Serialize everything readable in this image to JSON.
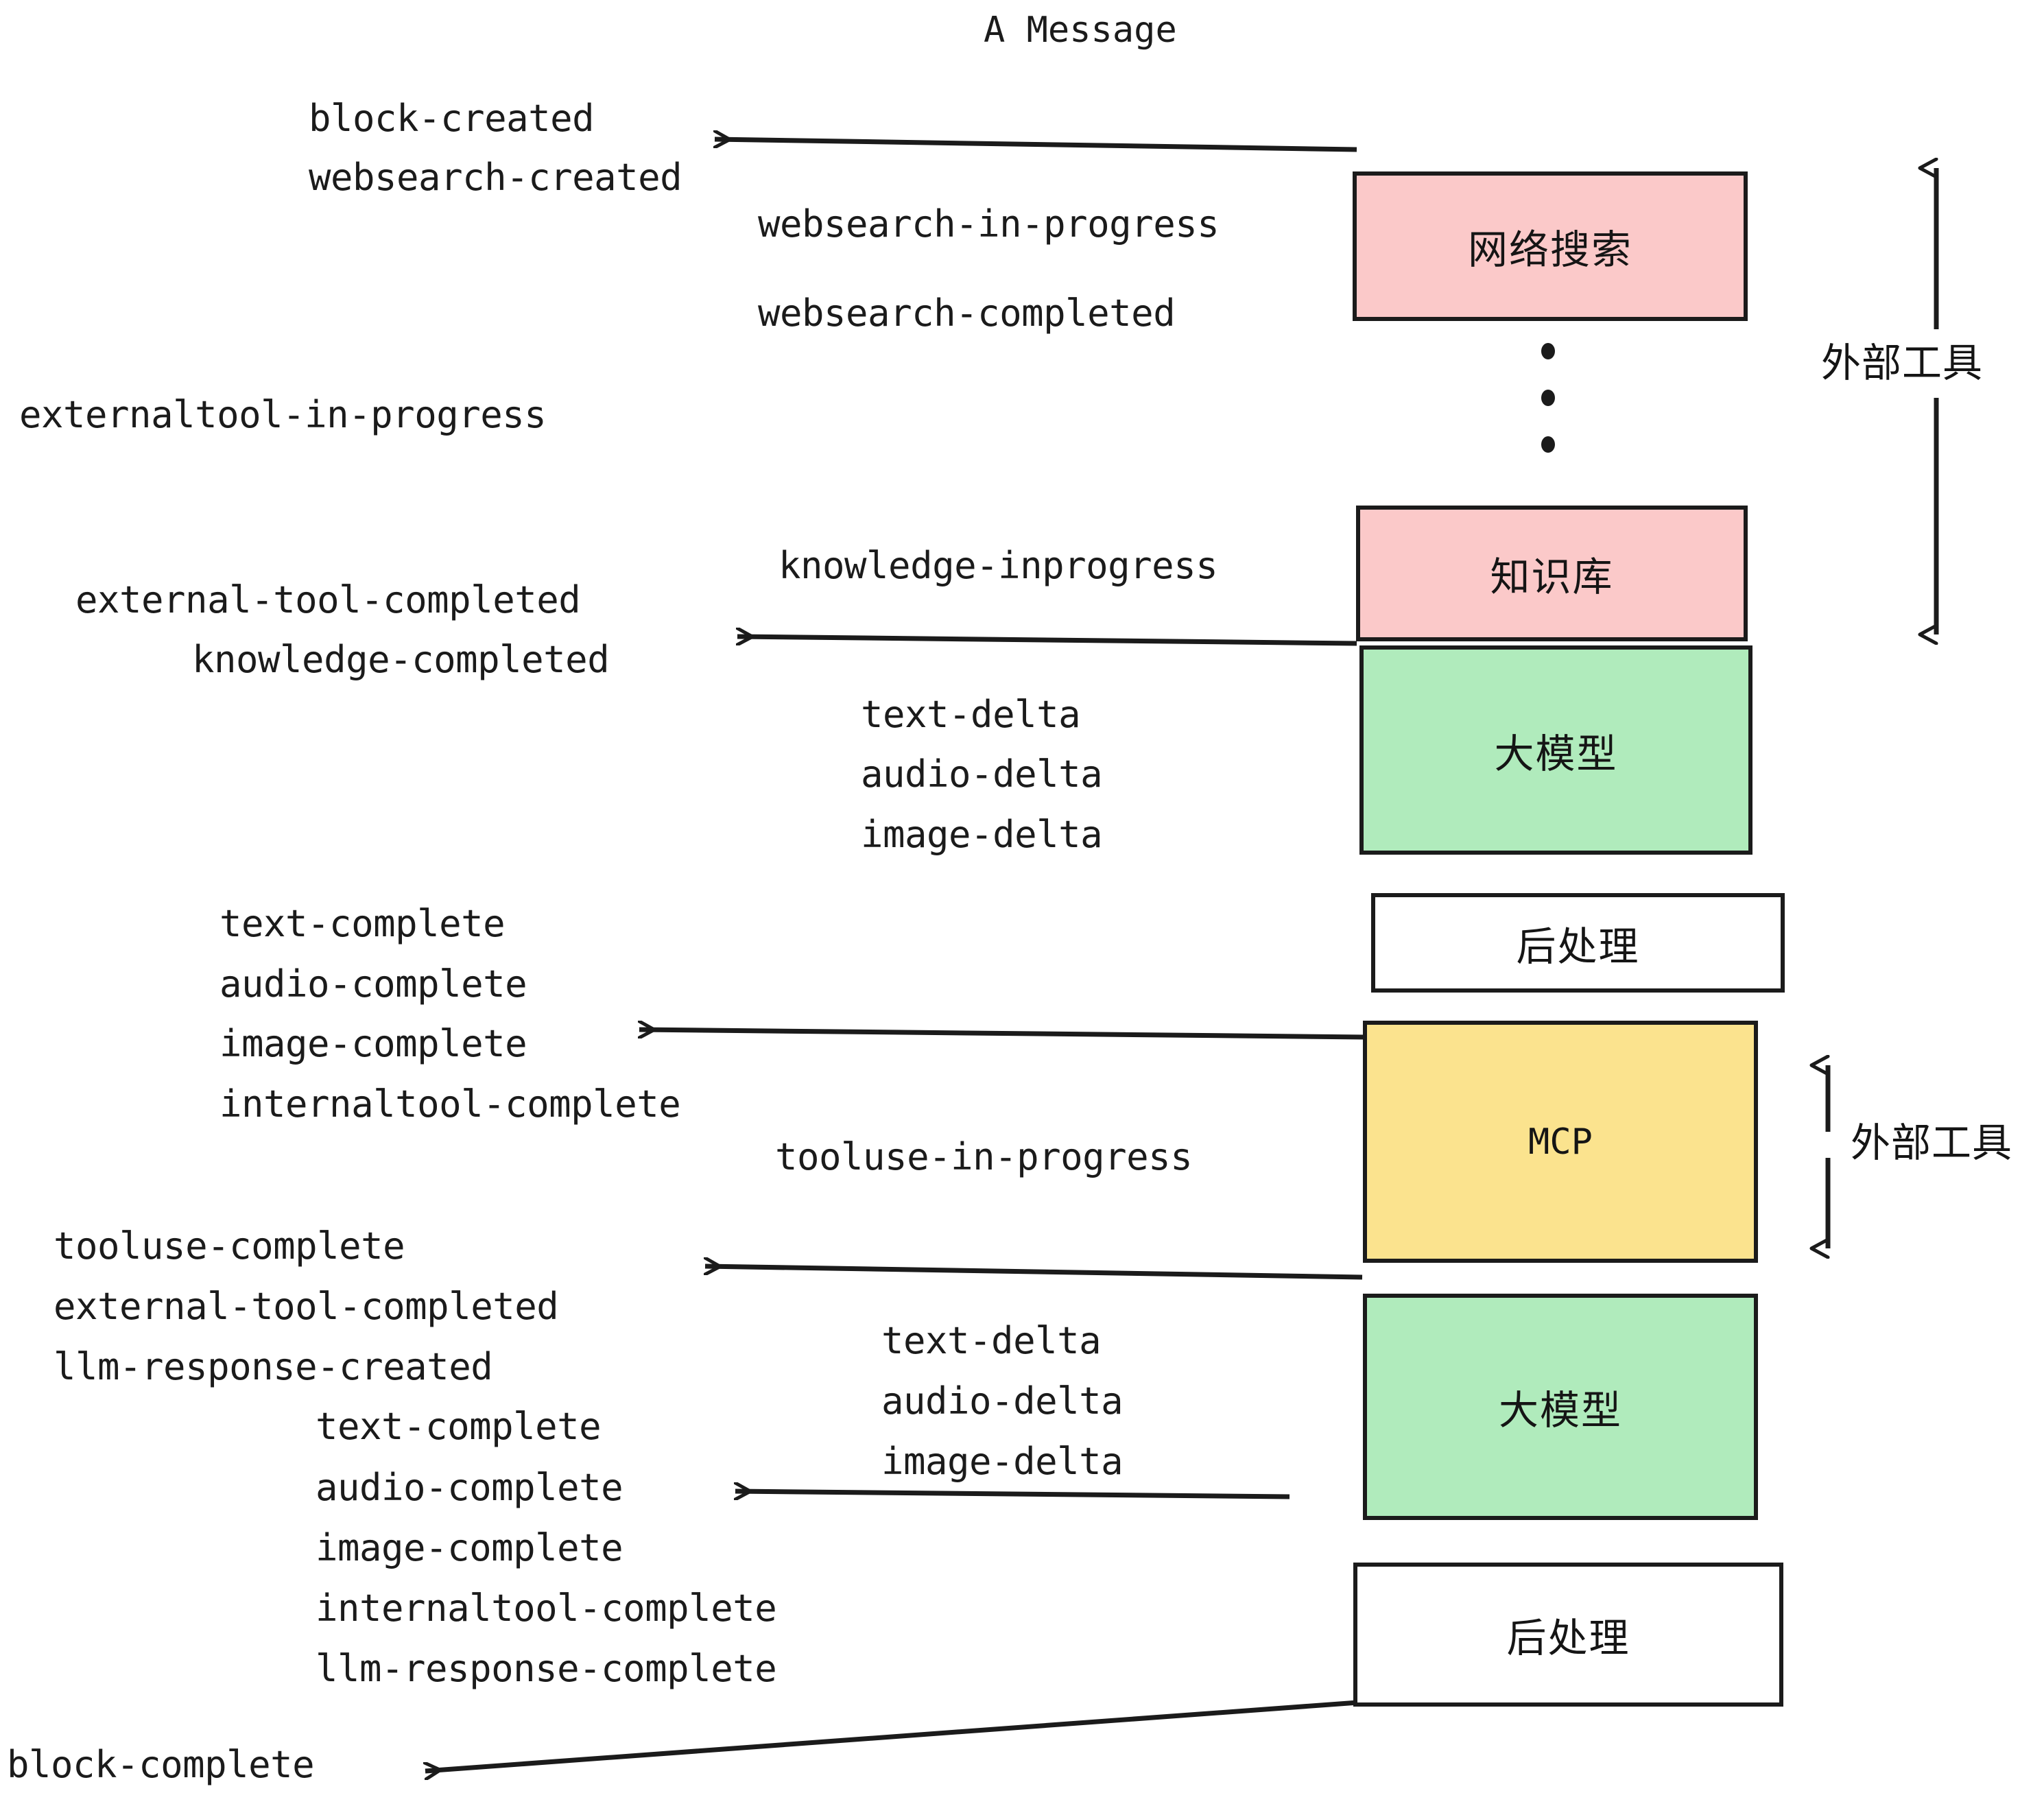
{
  "diagram": {
    "title": "A Message",
    "colors": {
      "pink": "#fbc9c9",
      "green": "#b0ebbc",
      "yellow": "#fbe38e",
      "white": "#ffffff",
      "stroke": "#1b1b1b",
      "background": "#ffffff"
    },
    "nodes": [
      {
        "id": "websearch",
        "label": "网络搜索",
        "fill": "pink"
      },
      {
        "id": "knowledge",
        "label": "知识库",
        "fill": "pink"
      },
      {
        "id": "llm1",
        "label": "大模型",
        "fill": "green"
      },
      {
        "id": "post1",
        "label": "后处理",
        "fill": "white"
      },
      {
        "id": "mcp",
        "label": "MCP",
        "fill": "yellow"
      },
      {
        "id": "llm2",
        "label": "大模型",
        "fill": "green"
      },
      {
        "id": "post2",
        "label": "后处理",
        "fill": "white"
      }
    ],
    "side_labels": [
      {
        "id": "external-tool-top",
        "label": "外部工具"
      },
      {
        "id": "external-tool-bottom",
        "label": "外部工具"
      }
    ],
    "events": [
      {
        "id": "block-created",
        "text": "block-created"
      },
      {
        "id": "websearch-created",
        "text": "websearch-created"
      },
      {
        "id": "websearch-in-progress",
        "text": "websearch-in-progress"
      },
      {
        "id": "websearch-completed",
        "text": "websearch-completed"
      },
      {
        "id": "externaltool-in-progress",
        "text": "externaltool-in-progress"
      },
      {
        "id": "knowledge-inprogress",
        "text": "knowledge-inprogress"
      },
      {
        "id": "external-tool-completed-1",
        "text": "external-tool-completed"
      },
      {
        "id": "knowledge-completed",
        "text": "knowledge-completed"
      },
      {
        "id": "text-delta-1",
        "text": "text-delta"
      },
      {
        "id": "audio-delta-1",
        "text": "audio-delta"
      },
      {
        "id": "image-delta-1",
        "text": "image-delta"
      },
      {
        "id": "text-complete-1",
        "text": "text-complete"
      },
      {
        "id": "audio-complete-1",
        "text": "audio-complete"
      },
      {
        "id": "image-complete-1",
        "text": "image-complete"
      },
      {
        "id": "internaltool-complete-1",
        "text": "internaltool-complete"
      },
      {
        "id": "tooluse-in-progress",
        "text": "tooluse-in-progress"
      },
      {
        "id": "tooluse-complete",
        "text": "tooluse-complete"
      },
      {
        "id": "external-tool-completed-2",
        "text": "external-tool-completed"
      },
      {
        "id": "llm-response-created",
        "text": "llm-response-created"
      },
      {
        "id": "text-delta-2",
        "text": "text-delta"
      },
      {
        "id": "audio-delta-2",
        "text": "audio-delta"
      },
      {
        "id": "image-delta-2",
        "text": "image-delta"
      },
      {
        "id": "text-complete-2",
        "text": "text-complete"
      },
      {
        "id": "audio-complete-2",
        "text": "audio-complete"
      },
      {
        "id": "image-complete-2",
        "text": "image-complete"
      },
      {
        "id": "internaltool-complete-2",
        "text": "internaltool-complete"
      },
      {
        "id": "llm-response-complete",
        "text": "llm-response-complete"
      },
      {
        "id": "block-complete",
        "text": "block-complete"
      }
    ]
  }
}
